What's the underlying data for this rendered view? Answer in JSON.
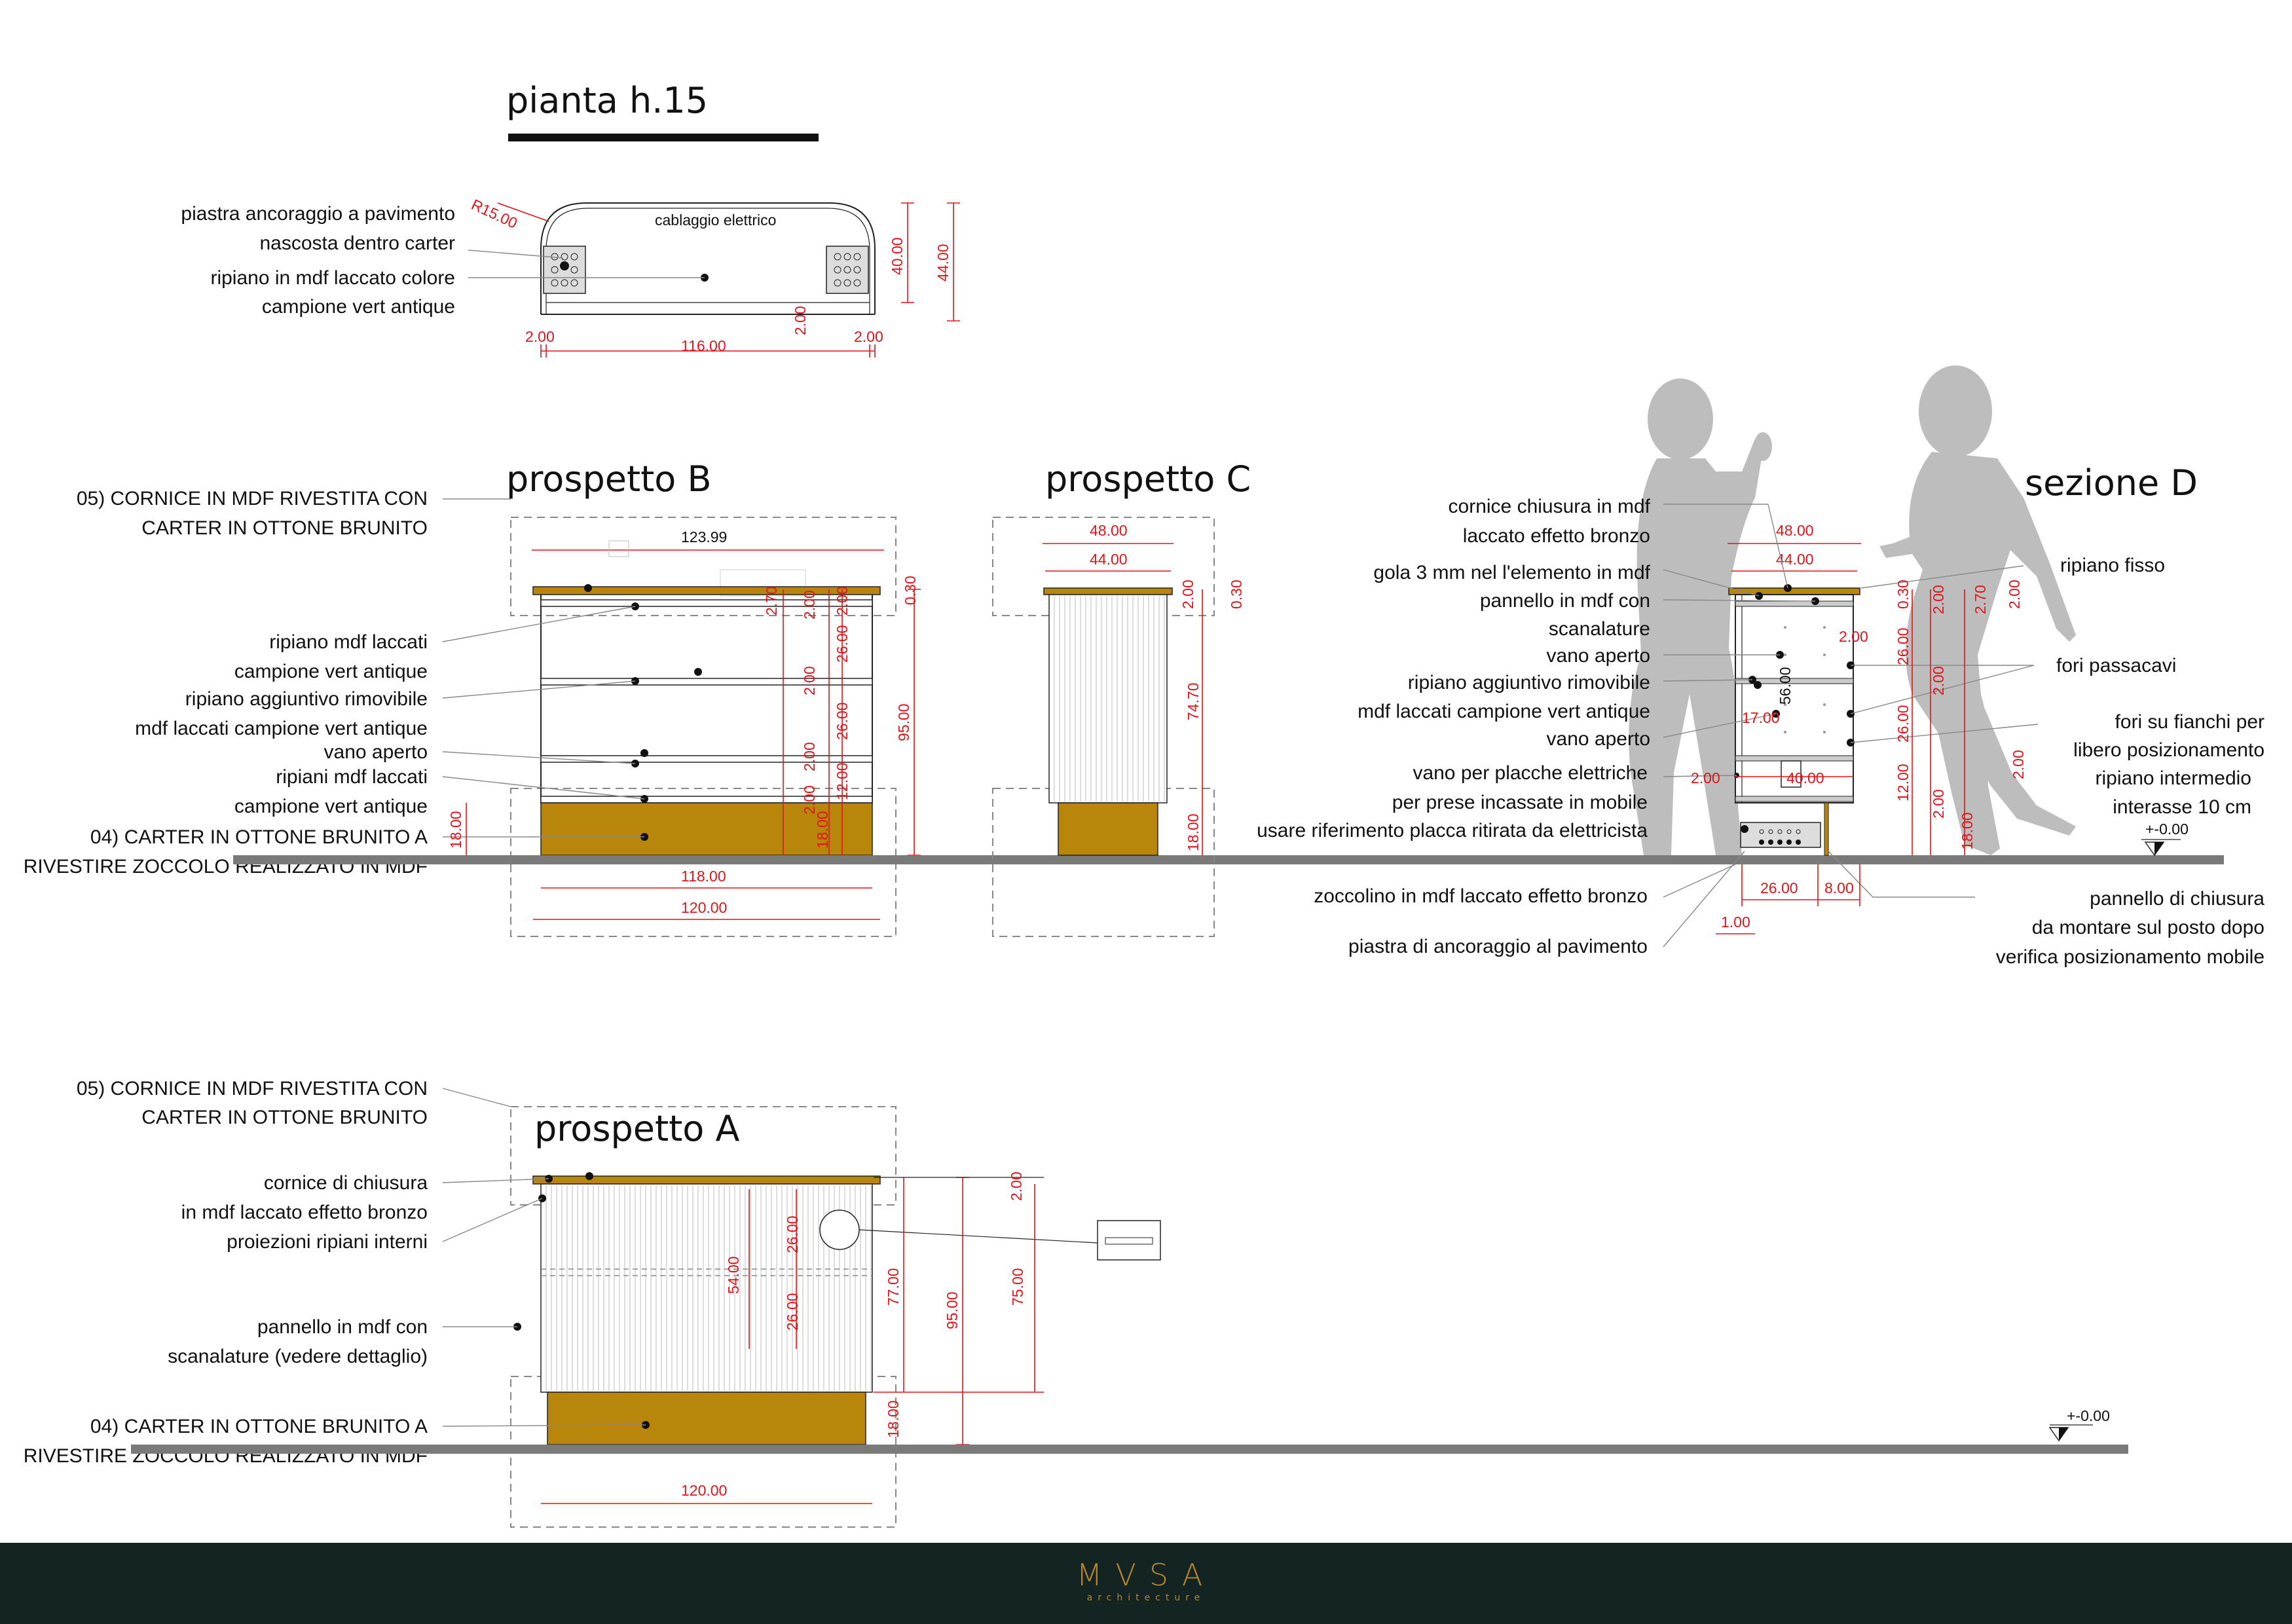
{
  "titles": {
    "pianta": "pianta h.15",
    "prospetto_b": "prospetto B",
    "prospetto_c": "prospetto C",
    "sezione_d": "sezione D",
    "prospetto_a": "prospetto A"
  },
  "pianta": {
    "label_cablaggio": "cablaggio elettrico",
    "notes": [
      "piastra ancoraggio a pavimento",
      "nascosta dentro carter",
      "ripiano in mdf laccato colore",
      "campione vert antique"
    ],
    "dims": {
      "radius": "R15.00",
      "d40": "40.00",
      "d44": "44.00",
      "d2a": "2.00",
      "d2b": "2.00",
      "d2c": "2.00",
      "d116": "116.00"
    }
  },
  "prospetto_b": {
    "notes": [
      "05) CORNICE IN MDF RIVESTITA CON",
      "CARTER IN OTTONE BRUNITO",
      "ripiano mdf laccati",
      "campione vert antique",
      "ripiano aggiuntivo rimovibile",
      "mdf laccati campione vert antique",
      "vano aperto",
      "ripiani mdf laccati",
      "campione vert antique",
      "04) CARTER IN OTTONE BRUNITO A",
      "RIVESTIRE ZOCCOLO REALIZZATO IN MDF"
    ],
    "dims": {
      "d12399": "123.99",
      "d030": "0.30",
      "d270": "2.70",
      "d2a": "2.00",
      "d2b": "2.00",
      "d26a": "26.00",
      "d2c": "2.00",
      "d26b": "26.00",
      "d2d": "2.00",
      "d12": "12.00",
      "d2e": "2.00",
      "d18a": "18.00",
      "d95": "95.00",
      "d18b": "18.00",
      "d118": "118.00",
      "d120": "120.00"
    }
  },
  "prospetto_c": {
    "dims": {
      "d48": "48.00",
      "d44": "44.00",
      "d2": "2.00",
      "d030": "0.30",
      "d7470": "74.70",
      "d18": "18.00"
    }
  },
  "sezione_d": {
    "notes_left": [
      "cornice chiusura in mdf",
      "laccato effetto bronzo",
      "gola  3 mm nel l'elemento in mdf",
      "pannello in mdf con",
      "scanalature",
      "vano aperto",
      "ripiano aggiuntivo rimovibile",
      "mdf laccati campione vert antique",
      "vano aperto",
      "vano per placche elettriche",
      "per prese incassate in mobile",
      "usare riferimento placca ritirata da elettricista",
      "zoccolino in mdf laccato effetto bronzo",
      "piastra di ancoraggio al pavimento"
    ],
    "notes_right": [
      "ripiano fisso",
      "fori passacavi",
      "fori su fianchi per",
      "libero posizionamento",
      "ripiano intermedio",
      "interasse 10 cm",
      "pannello di chiusura",
      "da montare sul posto dopo",
      "verifica posizionamento mobile"
    ],
    "level": "+-0.00",
    "dims": {
      "d48": "48.00",
      "d44": "44.00",
      "d030": "0.30",
      "d2a": "2.00",
      "d270": "2.70",
      "d2b": "2.00",
      "d2c": "2.00",
      "d26a": "26.00",
      "d5600": "56.00",
      "d2d": "2.00",
      "d17": "17.00",
      "d26b": "26.00",
      "d2e": "2.00",
      "d40": "40.00",
      "d2f": "2.00",
      "d12": "12.00",
      "d2g": "2.00",
      "d18": "18.00",
      "d26c": "26.00",
      "d8": "8.00",
      "d1": "1.00"
    }
  },
  "prospetto_a": {
    "notes": [
      "05) CORNICE IN MDF RIVESTITA CON",
      "CARTER IN OTTONE BRUNITO",
      "cornice di chiusura",
      "in mdf laccato effetto bronzo",
      "proiezioni ripiani interni",
      "pannello in mdf con",
      "scanalature (vedere dettaglio)",
      "04) CARTER IN OTTONE BRUNITO A",
      "RIVESTIRE ZOCCOLO REALIZZATO IN MDF"
    ],
    "level": "+-0.00",
    "dims": {
      "d2": "2.00",
      "d26a": "26.00",
      "d54": "54.00",
      "d26b": "26.00",
      "d77": "77.00",
      "d95": "95.00",
      "d75": "75.00",
      "d18": "18.00",
      "d120": "120.00"
    }
  },
  "footer": {
    "logo": "MVSA",
    "sub": "architecture"
  },
  "colors": {
    "brass": "#b8860b",
    "dimension_red": "#e0141a",
    "floor_grey": "#7a7a7a",
    "silhouette_grey": "#bdbdbd",
    "footer_bg": "#142423",
    "logo_gold": "#b8862a"
  }
}
